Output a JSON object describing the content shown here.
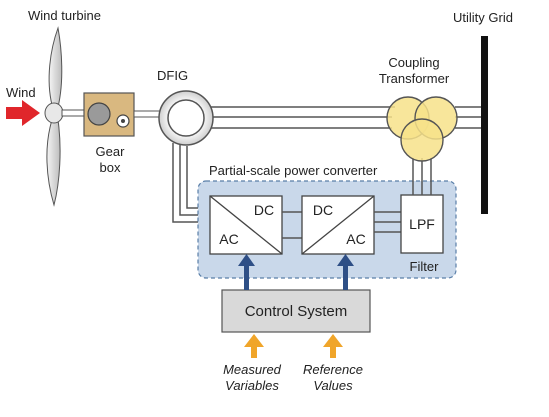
{
  "labels": {
    "wind_turbine": "Wind turbine",
    "wind": "Wind",
    "dfig": "DFIG",
    "gear_line1": "Gear",
    "gear_line2": "box",
    "coupling_line1": "Coupling",
    "coupling_line2": "Transformer",
    "utility_grid": "Utility Grid",
    "converter_title": "Partial-scale power converter",
    "conv1_dc": "DC",
    "conv1_ac": "AC",
    "conv2_dc": "DC",
    "conv2_ac": "AC",
    "lpf": "LPF",
    "filter": "Filter",
    "control_system": "Control System",
    "measured_line1": "Measured",
    "measured_line2": "Variables",
    "reference_line1": "Reference",
    "reference_line2": "Values"
  },
  "colors": {
    "grid_label": "#1a1a6e",
    "wind_arrow": "#e0262b",
    "signal_arrow_blue": "#2e4f86",
    "input_arrow_orange": "#f0a52a",
    "converter_bg": "#c9d8ea",
    "converter_border": "#5a7fa8",
    "gearbox_fill": "#d9b880",
    "transformer_fill": "#f7e28a",
    "control_fill": "#d9d9d9"
  }
}
